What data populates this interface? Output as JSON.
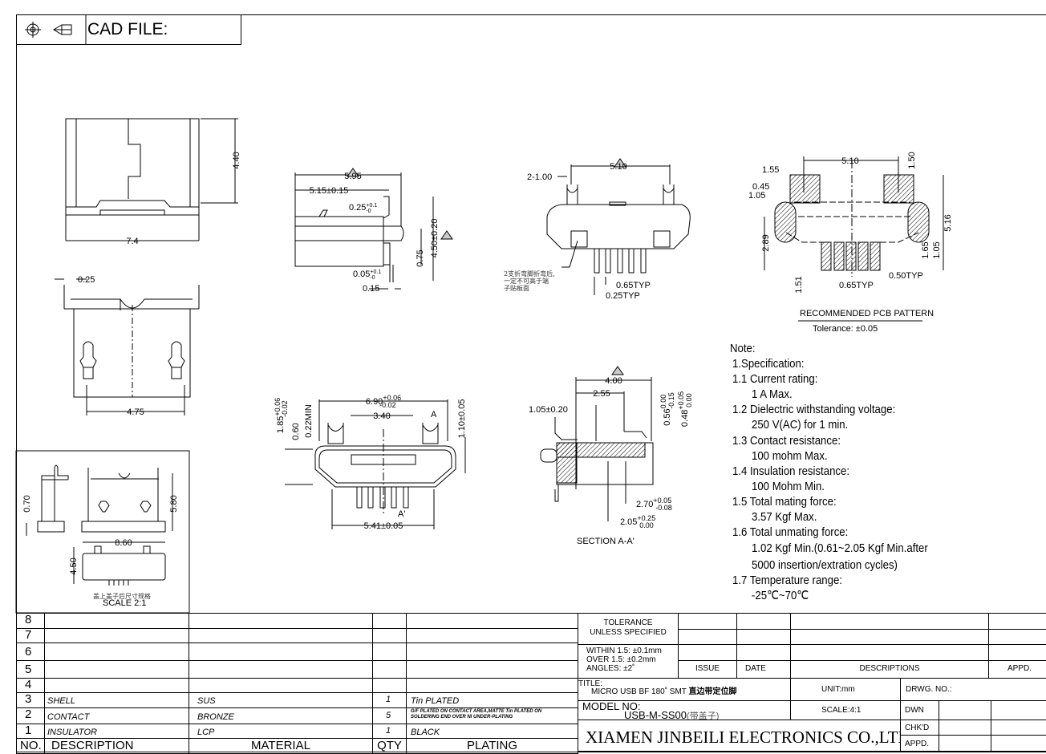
{
  "header": {
    "cad_label": "CAD FILE:",
    "icons": [
      "target-symbol-icon",
      "projection-symbol-icon"
    ]
  },
  "views": {
    "top": {
      "height": "4.40",
      "width": "7.4"
    },
    "front": {
      "ear": "0.25",
      "pitch": "4.75"
    },
    "side": {
      "overall": "5.95",
      "body": "5.15±0.15",
      "tab": {
        "v": "0.25",
        "up": "+0.1",
        "lo": "-0"
      },
      "height": "4.50±0.20",
      "h2": "0.75",
      "gap": {
        "v": "0.05",
        "up": "+0.1",
        "lo": "-0"
      },
      "thick": "0.15",
      "rev": "A"
    },
    "rear": {
      "width": "5.10",
      "post": "2-1.00",
      "pitch": "0.65TYP",
      "pin": "0.25TYP",
      "rev": "A",
      "note_cn": [
        "2支折弯脚折弯后,",
        "一定不可高于端",
        "子贴板面"
      ]
    },
    "pcb": {
      "w": "5.10",
      "pad_w": "1.55",
      "pad_h": "1.50",
      "d1": "0.45",
      "d2": "1.05",
      "d3": "2.89",
      "d4": "1.51",
      "d5": "1.65",
      "d6": "1.05",
      "d7": "5.16",
      "pitch": "0.65TYP",
      "pad": "0.50TYP",
      "title": "RECOMMENDED PCB PATTERN",
      "tolerance": "Tolerance: ±0.05"
    },
    "mating": {
      "width": {
        "v": "6.90",
        "up": "+0.06",
        "lo": "-0.02"
      },
      "inner": "3.40",
      "h1": {
        "v": "1.85",
        "up": "+0.06",
        "lo": "-0.02"
      },
      "h2": "0.60",
      "h3": "0.22MIN",
      "h4": "1.10±0.05",
      "bottom": "5.41±0.05",
      "sec_a": "A",
      "sec_a2": "A'"
    },
    "section": {
      "depth": "4.00",
      "d1": "2.55",
      "d2": "1.05±0.20",
      "d3": {
        "v": "0.56",
        "up": "0.00",
        "lo": "-0.15"
      },
      "d4": {
        "v": "0.48",
        "up": "+0.05",
        "lo": "0.00"
      },
      "d5": {
        "v": "2.70",
        "up": "+0.05",
        "lo": "-0.08"
      },
      "d6": {
        "v": "2.05",
        "up": "+0.25",
        "lo": "0.00"
      },
      "title": "SECTION A-A'",
      "rev": "A"
    },
    "inset": {
      "d1": "0.70",
      "d2": "5.80",
      "d3": "8.60",
      "d4": "4.50",
      "caption_cn": "盖上盖子后尺寸规格",
      "scale": "SCALE 2:1"
    }
  },
  "notes": [
    "Note:",
    "1.Specification:",
    "1.1 Current rating:",
    "1 A Max.",
    "1.2 Dielectric withstanding voltage:",
    "250 V(AC) for 1 min.",
    "1.3 Contact resistance:",
    "100 mohm Max.",
    "1.4 Insulation resistance:",
    "100 Mohm Min.",
    "1.5 Total mating force:",
    "3.57 Kgf Max.",
    "1.6 Total unmating force:",
    "1.02 Kgf Min.(0.61~2.05 Kgf Min.after",
    "5000 insertion/extration cycles)",
    "1.7 Temperature range:",
    "-25℃~70℃"
  ],
  "bom": {
    "rows": [
      {
        "no": "8",
        "desc": "",
        "material": "",
        "qty": "",
        "plating": ""
      },
      {
        "no": "7",
        "desc": "",
        "material": "",
        "qty": "",
        "plating": ""
      },
      {
        "no": "6",
        "desc": "",
        "material": "",
        "qty": "",
        "plating": ""
      },
      {
        "no": "5",
        "desc": "",
        "material": "",
        "qty": "",
        "plating": ""
      },
      {
        "no": "4",
        "desc": "",
        "material": "",
        "qty": "",
        "plating": ""
      },
      {
        "no": "3",
        "desc": "SHELL",
        "material": "SUS",
        "qty": "1",
        "plating": "Tin PLATED"
      },
      {
        "no": "2",
        "desc": "CONTACT",
        "material": "BRONZE",
        "qty": "5",
        "plating": "G/F PLATED ON CONTACT AREA,MATTE Tin PLATED ON",
        "plating2": "SOLDERING END OVER NI UNDER-PLATING"
      },
      {
        "no": "1",
        "desc": "INSULATOR",
        "material": "LCP",
        "qty": "1",
        "plating": "BLACK"
      }
    ],
    "header": {
      "no": "NO.",
      "desc": "DESCRIPTION",
      "material": "MATERIAL",
      "qty": "QTY",
      "plating": "PLATING"
    }
  },
  "titleblock": {
    "tolerance": [
      "TOLERANCE",
      "UNLESS SPECIFIED"
    ],
    "within": "WITHIN 1.5: ±0.1mm",
    "over": "OVER 1.5:  ±0.2mm",
    "angles": "ANGLES: ±2˚",
    "issue": "ISSUE",
    "date": "DATE",
    "descriptions": "DESCRIPTIONS",
    "appd": "APPD.",
    "title_label": "TITLE:",
    "title": "MICRO USB BF 180˚ SMT ",
    "title_cn": "直边带定位脚",
    "unit": "UNIT:mm",
    "drwg_no": "DRWG. NO.:",
    "model_label": "MODEL NO:",
    "model": "USB-M-SS00",
    "model_cn": "(带盖子)",
    "scale": "SCALE:4:1",
    "dwn": "DWN",
    "chkd": "CHK'D",
    "appd2": "APPD.",
    "company": "XIAMEN JINBEILI ELECTRONICS CO.,LTD"
  }
}
